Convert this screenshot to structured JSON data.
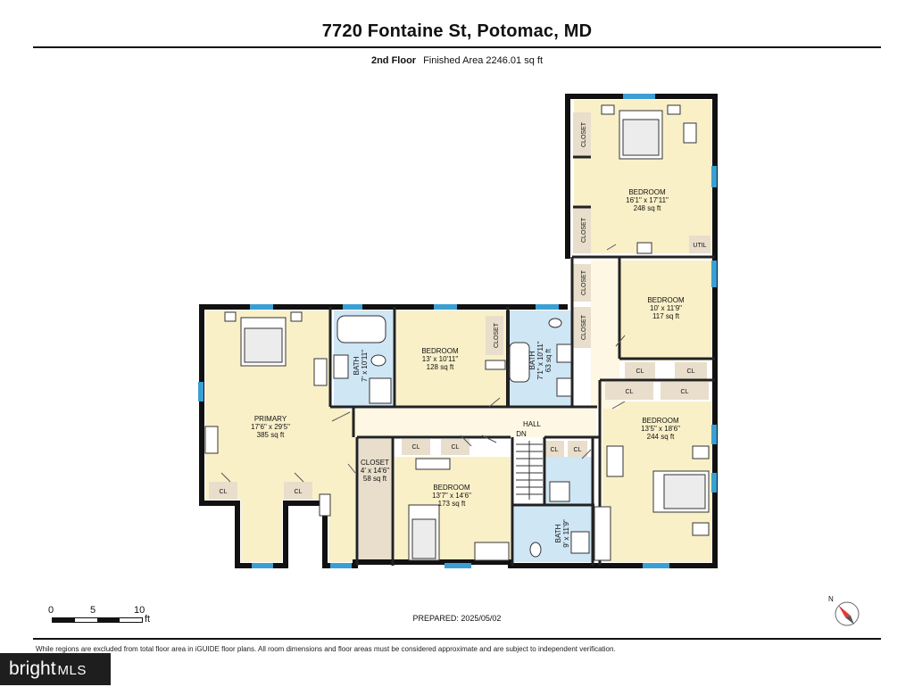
{
  "header": {
    "address": "7720 Fontaine St, Potomac, MD",
    "floor": "2nd Floor",
    "area": "Finished Area 2246.01 sq ft"
  },
  "rooms": {
    "primary": {
      "name": "PRIMARY",
      "dims": "17'6\" x 29'5\"",
      "area": "385 sq ft"
    },
    "bath_a": {
      "name": "BATH",
      "dims": "7' x 10'11\""
    },
    "bedroom_mid": {
      "name": "BEDROOM",
      "dims": "13' x 10'11\"",
      "area": "128 sq ft"
    },
    "bath_b": {
      "name": "BATH",
      "dims": "7'1\" x 10'11\"",
      "area": "63 sq ft"
    },
    "bedroom_top": {
      "name": "BEDROOM",
      "dims": "16'1\" x 17'11\"",
      "area": "248 sq ft"
    },
    "bedroom_right": {
      "name": "BEDROOM",
      "dims": "10' x 11'9\"",
      "area": "117 sq ft"
    },
    "bedroom_low": {
      "name": "BEDROOM",
      "dims": "13'5\" x 18'6\"",
      "area": "244 sq ft"
    },
    "bedroom_bottom": {
      "name": "BEDROOM",
      "dims": "13'7\" x 14'6\"",
      "area": "173 sq ft"
    },
    "closet_walk": {
      "name": "CLOSET",
      "dims": "4' x 14'6\"",
      "area": "58 sq ft"
    },
    "bath_c": {
      "name": "BATH",
      "dims": "9' x 11'9\""
    },
    "hall": {
      "name": "HALL"
    },
    "dn": "DN",
    "util": "UTIL",
    "closet": "CLOSET",
    "cl": "CL"
  },
  "scale": {
    "ticks": [
      "0",
      "5",
      "10"
    ],
    "unit": "ft"
  },
  "prepared": "PREPARED: 2025/05/02",
  "disclaimer": "While regions are excluded from total floor area in iGUIDE floor plans. All room dimensions and floor areas must be considered approximate and are subject to independent verification.",
  "compass_label": "N",
  "logo": {
    "brand": "bright",
    "suffix": "MLS"
  },
  "colors": {
    "room": "#faf0c8",
    "bath": "#cfe6f5",
    "closet": "#e8decb",
    "hall": "#fdf7e3",
    "wall": "#111111",
    "window": "#3b9fd3"
  }
}
